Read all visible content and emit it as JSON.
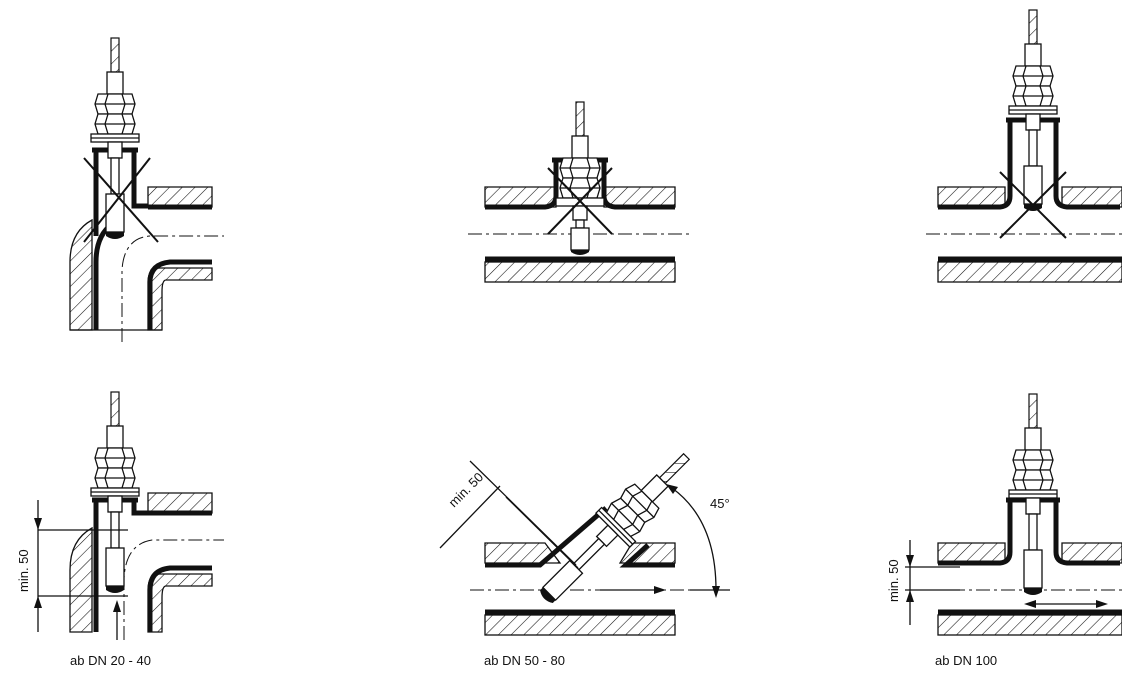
{
  "captions": {
    "dn_20_40": "ab DN 20 - 40",
    "dn_50_80": "ab DN 50 - 80",
    "dn_100": "ab DN 100"
  },
  "dimensions": {
    "min_depth_label": "min. 50",
    "angle_label": "45°"
  }
}
